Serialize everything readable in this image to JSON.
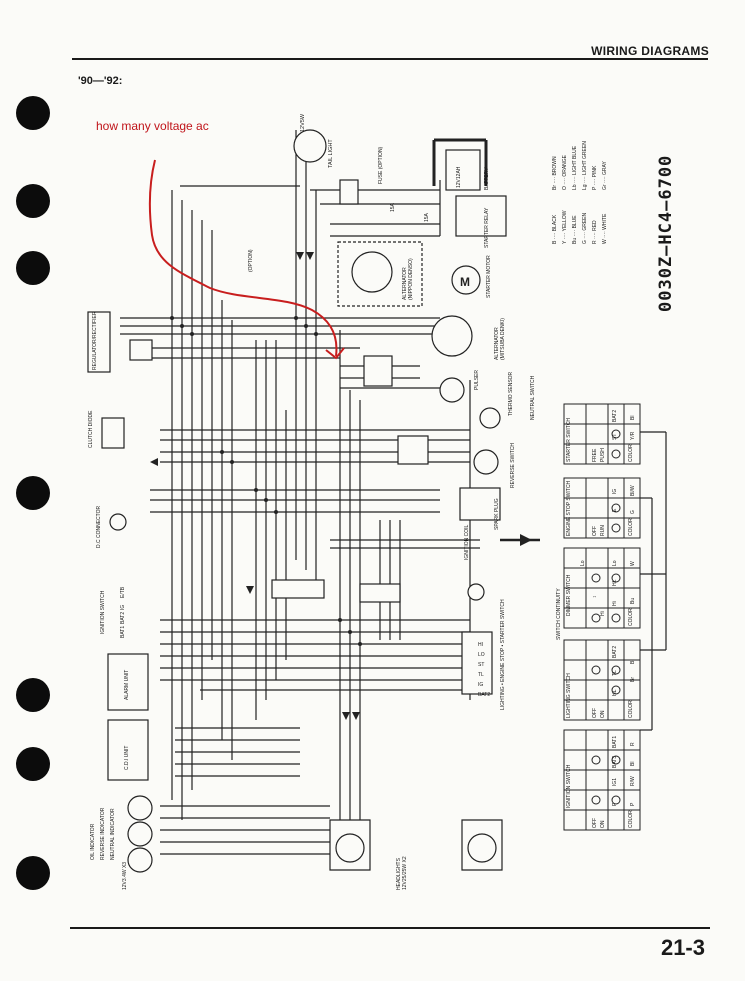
{
  "header": {
    "section_title": "WIRING DIAGRAMS",
    "model_years": "'90—'92:"
  },
  "annotation": {
    "question": "how many voltage ac",
    "arrow_color": "#c81e1e"
  },
  "footer": {
    "page_number": "21-3"
  },
  "part_number": "0030Z—HC4—6700",
  "color_legend": [
    {
      "code": "B",
      "name": "BLACK"
    },
    {
      "code": "Y",
      "name": "YELLOW"
    },
    {
      "code": "Bu",
      "name": "BLUE"
    },
    {
      "code": "G",
      "name": "GREEN"
    },
    {
      "code": "R",
      "name": "RED"
    },
    {
      "code": "W",
      "name": "WHITE"
    },
    {
      "code": "Br",
      "name": "BROWN"
    },
    {
      "code": "O",
      "name": "ORANGE"
    },
    {
      "code": "Lb",
      "name": "LIGHT BLUE"
    },
    {
      "code": "Lg",
      "name": "LIGHT GREEN"
    },
    {
      "code": "P",
      "name": "PINK"
    },
    {
      "code": "Gr",
      "name": "GRAY"
    }
  ],
  "components": {
    "tail_light": "TAIL LIGHT",
    "tail_light_rating": "12V5W",
    "fuse": "FUSE (OPTION)",
    "fuse_rating": "15A",
    "battery": "BATTERY",
    "battery_rating": "12V12AH",
    "starter_relay": "STARTER RELAY",
    "starter_motor": "STARTER MOTOR",
    "alternator_a": "ALTERNATOR",
    "alternator_a_maker": "(NIPPON DENSO)",
    "alternator_b": "ALTERNATOR",
    "alternator_b_maker": "(MITSUBA DENKI)",
    "option": "(OPTION)",
    "regulator": "REGULATOR/RECTIFIER",
    "pulser": "PULSER",
    "thermo_sensor": "THERMO SENSOR",
    "neutral_switch": "NEUTRAL SWITCH",
    "reverse_switch": "REVERSE SWITCH",
    "clutch_diode": "CLUTCH DIODE",
    "dc_connector": "D.C CONNECTOR",
    "ignition_coil": "IGNITION COIL",
    "spark_plug": "SPARK PLUG",
    "ignition_switch": "IGNITION SWITCH",
    "ignition_switch_terminals": [
      "E/TB",
      "IG",
      "BAT2",
      "BAT1"
    ],
    "alarm_unit": "ALARM UNIT",
    "cdi_unit": "C.D.I UNIT",
    "indicators": [
      "OIL INDICATOR",
      "REVERSE INDICATOR",
      "NEUTRAL INDICATOR"
    ],
    "indicator_rating": "12V3.4W X3",
    "headlights": "HEADLIGHTS",
    "headlight_rating": "12V25/25W X2",
    "handlebar_switch": "LIGHTING • ENGINE STOP • STARTER SWITCH",
    "handlebar_terminals": [
      "HI",
      "LO",
      "ST",
      "TL",
      "IG",
      "BAT2"
    ]
  },
  "switch_tables": [
    {
      "title": "STARTER SWITCH",
      "header": [
        "COLOR",
        "BAT2",
        "ST"
      ],
      "rows": [
        "FREE",
        "PUSH"
      ],
      "colors": [
        "Bl",
        "Y/R"
      ]
    },
    {
      "title": "ENGINE STOP SWITCH",
      "header": [
        "COLOR",
        "IG",
        "E"
      ],
      "rows": [
        "OFF",
        "RUN"
      ],
      "colors": [
        "Bl/W",
        "G"
      ]
    },
    {
      "title": "DIMMER SWITCH",
      "header": [
        "COLOR",
        "Lo",
        "HL",
        "Hi"
      ],
      "rows": [
        "Lo",
        "↕",
        "Hi"
      ],
      "colors": [
        "W",
        "Bu"
      ]
    },
    {
      "title": "LIGHTING SWITCH",
      "header": [
        "COLOR",
        "BAT2",
        "TL",
        "HL"
      ],
      "rows": [
        "OFF",
        "ON"
      ],
      "colors": [
        "Bl",
        "Br"
      ]
    },
    {
      "title": "IGNITION SWITCH",
      "header": [
        "COLOR",
        "BAT1",
        "BAT3",
        "IG1",
        "P"
      ],
      "rows": [
        "OFF",
        "ON"
      ],
      "colors": [
        "R",
        "Bl",
        "R/W",
        "P"
      ]
    }
  ],
  "switch_group_label": "SWITCH CONTINUITY"
}
